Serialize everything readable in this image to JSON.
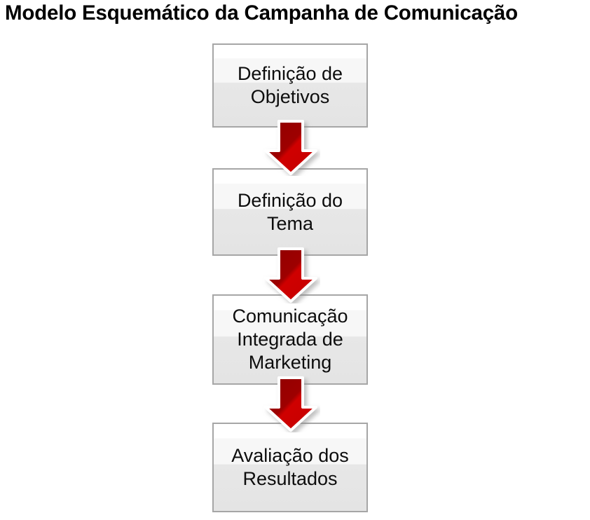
{
  "title": "Modelo Esquemático da Campanha de Comunicação",
  "diagram": {
    "type": "vertical-flowchart",
    "orientation": "top-to-bottom",
    "step_count": 4,
    "connector_count": 3,
    "steps": [
      {
        "id": "step-1",
        "label": "Definição de\nObjetivos"
      },
      {
        "id": "step-2",
        "label": "Definição do\nTema"
      },
      {
        "id": "step-3",
        "label": "Comunicação\nIntegrada de\nMarketing"
      },
      {
        "id": "step-4",
        "label": "Avaliação dos\nResultados"
      }
    ],
    "connectors": [
      {
        "id": "connector-1",
        "from": "step-1",
        "to": "step-2",
        "shape": "down-arrow"
      },
      {
        "id": "connector-2",
        "from": "step-2",
        "to": "step-3",
        "shape": "down-arrow"
      },
      {
        "id": "connector-3",
        "from": "step-3",
        "to": "step-4",
        "shape": "down-arrow"
      }
    ],
    "colors": {
      "background": "#ffffff",
      "title_text": "#000000",
      "box_border": "#a6a6a6",
      "box_fill_top": "#ffffff",
      "box_fill_mid": "#f7f7f7",
      "box_fill_bottom": "#e4e4e4",
      "box_text": "#0d0d0d",
      "arrow_dark_red": "#9e0000",
      "arrow_bright_red": "#cc0000",
      "arrow_outline": "#ffffff",
      "arrow_shadow": "#bdbdbd"
    }
  }
}
